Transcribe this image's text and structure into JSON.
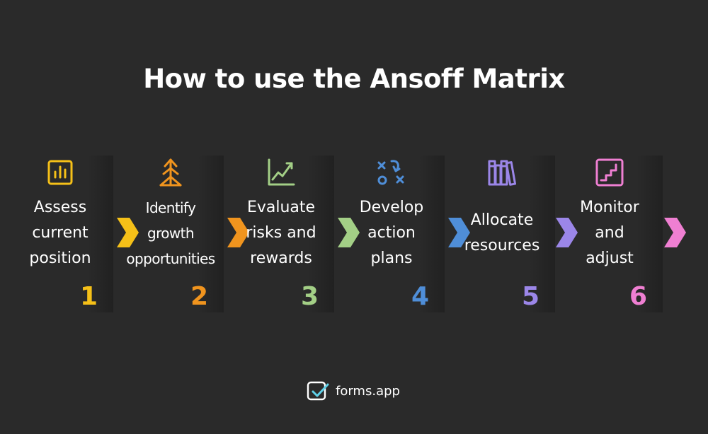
{
  "title": "How to use the Ansoff Matrix",
  "steps": [
    {
      "label": "Assess\ncurrent\nposition",
      "number": "1",
      "color": "#f5c018",
      "icon": "bar-chart-icon"
    },
    {
      "label": "Identify\ngrowth\nopportunities",
      "number": "2",
      "color": "#f0941e",
      "icon": "growth-arrow-icon"
    },
    {
      "label": "Evaluate\nrisks and\nrewards",
      "number": "3",
      "color": "#a3cf86",
      "icon": "line-chart-icon"
    },
    {
      "label": "Develop\naction\nplans",
      "number": "4",
      "color": "#4f8ed8",
      "icon": "strategy-plan-icon"
    },
    {
      "label": "Allocate\nresources",
      "number": "5",
      "color": "#9b86e8",
      "icon": "books-icon"
    },
    {
      "label": "Monitor\nand\nadjust",
      "number": "6",
      "color": "#ef7fd2",
      "icon": "stairs-icon"
    }
  ],
  "brand": {
    "name": "forms.app",
    "logo_color": "#5fd0e8"
  }
}
